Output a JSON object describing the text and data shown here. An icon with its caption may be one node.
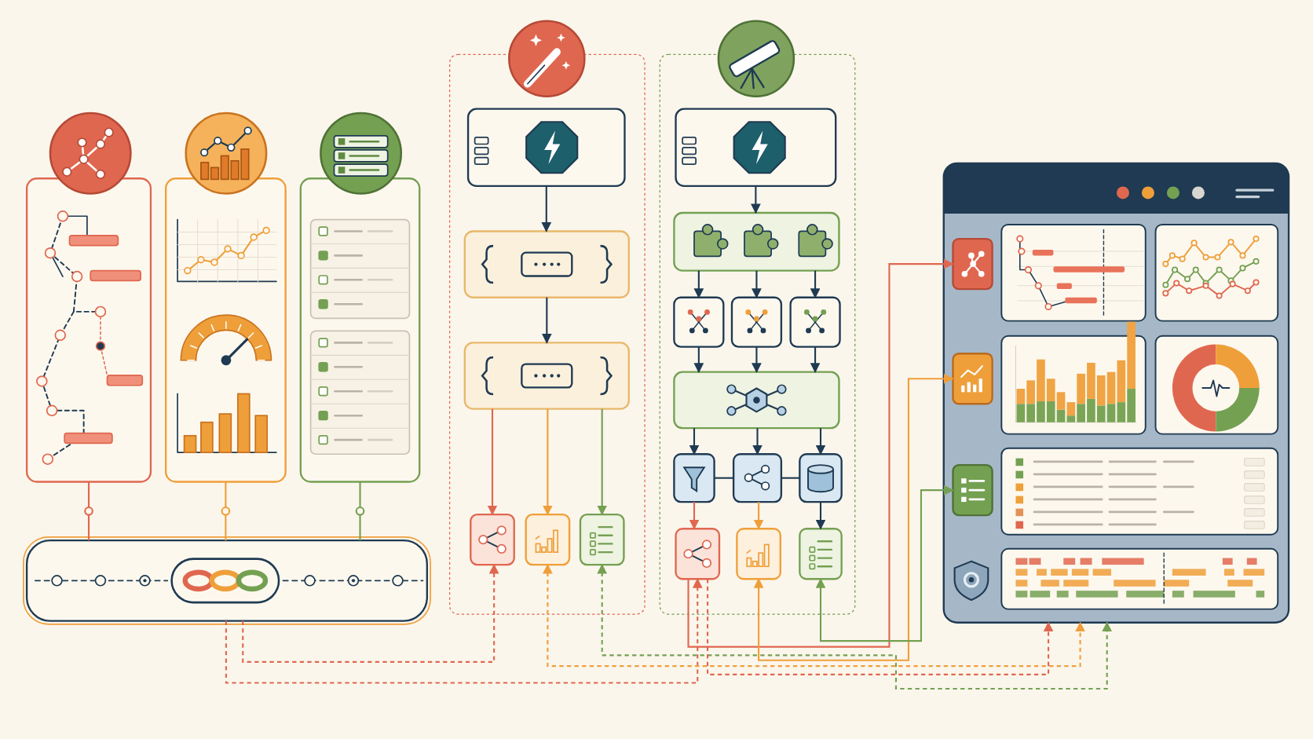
{
  "diagram": {
    "nodes": [
      {
        "text": [],
        "shape": "box"
      },
      {
        "text": [],
        "shape": "box"
      },
      {
        "text": [],
        "shape": "box"
      },
      {
        "text": [],
        "shape": "box"
      },
      {
        "text": [],
        "shape": "box"
      },
      {
        "text": [],
        "shape": "box",
        "in": 4
      },
      {
        "text": [],
        "shape": "box",
        "in": 4
      },
      {
        "text": [],
        "shape": "box",
        "in": 4
      },
      {
        "text": [],
        "shape": "box",
        "in": 4
      },
      {
        "text": [],
        "shape": "box",
        "in": 4
      },
      {
        "text": [],
        "shape": "box",
        "in": 4
      },
      {
        "text": [],
        "shape": "box"
      },
      {
        "text": [],
        "shape": "box",
        "in": 11
      },
      {
        "text": [],
        "shape": "box",
        "in": 11
      },
      {
        "text": [],
        "shape": "box",
        "in": 11
      },
      {
        "text": [],
        "shape": "box",
        "in": 11
      },
      {
        "text": [],
        "shape": "box",
        "in": 11
      },
      {
        "text": [],
        "shape": "box",
        "in": 11
      },
      {
        "text": [],
        "shape": "box",
        "in": 11
      },
      {
        "text": [],
        "shape": "box",
        "in": 11
      },
      {
        "text": [],
        "shape": "cylinder",
        "in": 11
      },
      {
        "text": [],
        "shape": "box",
        "in": 11
      },
      {
        "text": [],
        "shape": "box",
        "in": 11
      },
      {
        "text": [],
        "shape": "box",
        "in": 11
      },
      {
        "text": [],
        "shape": "box"
      },
      {
        "text": [],
        "shape": "box",
        "in": 24
      },
      {
        "text": [],
        "shape": "box",
        "in": 24
      },
      {
        "text": [],
        "shape": "box",
        "in": 24
      }
    ],
    "edges": [
      {
        "from": 0,
        "to": 3,
        "arrow": "none",
        "color": "#e0674f"
      },
      {
        "from": 1,
        "to": 3,
        "arrow": "none",
        "color": "#ef9f3a"
      },
      {
        "from": 2,
        "to": 3,
        "arrow": "none",
        "color": "#74a052"
      },
      {
        "from": 5,
        "to": 6,
        "arrow": "to"
      },
      {
        "from": 6,
        "to": 7,
        "arrow": "to"
      },
      {
        "from": 7,
        "to": 8,
        "arrow": "to",
        "color": "#e0674f"
      },
      {
        "from": 7,
        "to": 9,
        "arrow": "to",
        "color": "#ef9f3a"
      },
      {
        "from": 7,
        "to": 10,
        "arrow": "to",
        "color": "#74a052"
      },
      {
        "from": 12,
        "to": 13,
        "arrow": "to"
      },
      {
        "from": 13,
        "to": 14,
        "arrow": "to"
      },
      {
        "from": 13,
        "to": 15,
        "arrow": "to"
      },
      {
        "from": 13,
        "to": 16,
        "arrow": "to"
      },
      {
        "from": 14,
        "to": 17,
        "arrow": "to"
      },
      {
        "from": 15,
        "to": 17,
        "arrow": "to"
      },
      {
        "from": 16,
        "to": 17,
        "arrow": "to"
      },
      {
        "from": 17,
        "to": 18,
        "arrow": "to"
      },
      {
        "from": 17,
        "to": 19,
        "arrow": "to"
      },
      {
        "from": 17,
        "to": 20,
        "arrow": "to"
      },
      {
        "from": 18,
        "to": 19,
        "arrow": "none"
      },
      {
        "from": 19,
        "to": 20,
        "arrow": "none"
      },
      {
        "from": 18,
        "to": 21,
        "arrow": "to",
        "color": "#e0674f"
      },
      {
        "from": 19,
        "to": 22,
        "arrow": "to",
        "color": "#ef9f3a"
      },
      {
        "from": 20,
        "to": 23,
        "arrow": "to"
      },
      {
        "from": 3,
        "to": 8,
        "arrow": "to",
        "style": "dashed",
        "color": "#e0674f"
      },
      {
        "from": 3,
        "to": 21,
        "arrow": "to",
        "style": "dashed",
        "color": "#e0674f"
      },
      {
        "from": 9,
        "to": 24,
        "arrow": "both",
        "style": "dashed",
        "color": "#ef9f3a"
      },
      {
        "from": 10,
        "to": 24,
        "arrow": "both",
        "style": "dashed",
        "color": "#74a052"
      },
      {
        "from": 21,
        "to": 24,
        "arrow": "to",
        "style": "dashed",
        "color": "#e0674f"
      },
      {
        "from": 21,
        "to": 25,
        "arrow": "to",
        "color": "#e0674f"
      },
      {
        "from": 22,
        "to": 26,
        "arrow": "both",
        "color": "#ef9f3a"
      },
      {
        "from": 23,
        "to": 27,
        "arrow": "both",
        "color": "#74a052"
      }
    ]
  }
}
